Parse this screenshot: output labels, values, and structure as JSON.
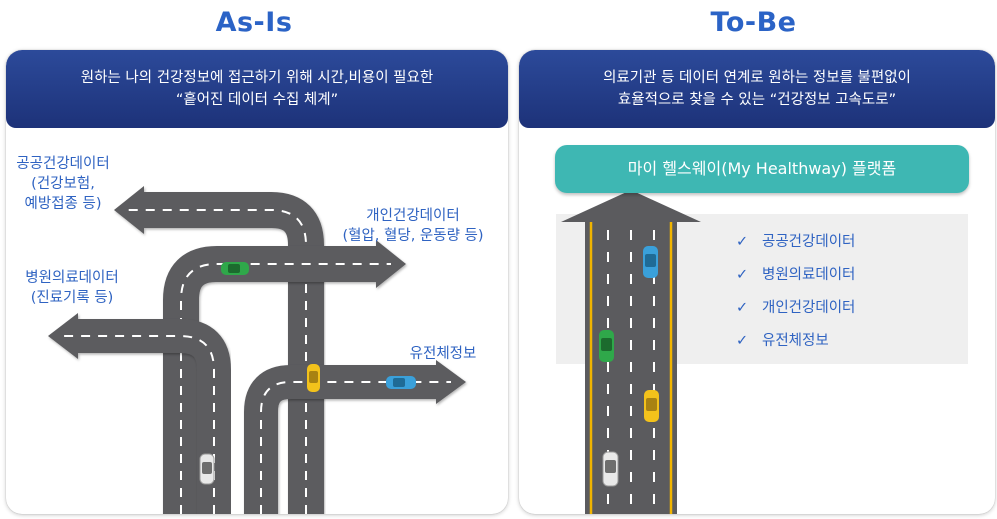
{
  "as_is": {
    "title": "As-Is",
    "banner_line1": "원하는 나의 건강정보에 접근하기 위해 시간,비용이 필요한",
    "banner_line2": "“흩어진 데이터 수집 체계”",
    "labels": {
      "public_line1": "공공건강데이터",
      "public_line2": "(건강보험,",
      "public_line3": "예방접종 등)",
      "personal_line1": "개인건강데이터",
      "personal_line2": "(혈압, 혈당, 운동량 등)",
      "hospital_line1": "병원의료데이터",
      "hospital_line2": "(진료기록 등)",
      "genetic": "유전체정보"
    }
  },
  "to_be": {
    "title": "To-Be",
    "banner_line1": "의료기관 등 데이터 연계로 원하는 정보를 불편없이",
    "banner_line2": "효율적으로 찾을 수 있는 “건강정보 고속도로”",
    "platform_label": "마이  헬스웨이(My  Healthway)  플랫폼",
    "check_symbol": "✓",
    "checklist": [
      "공공건강데이터",
      "병원의료데이터",
      "개인건강데이터",
      "유전체정보"
    ]
  },
  "colors": {
    "title_blue": "#2b63c6",
    "banner_navy": "#1d3279",
    "label_blue": "#2f63c2",
    "road_gray": "#5b5b5e",
    "platform_teal": "#3eb7b3",
    "road_edge_yellow": "#f0b400"
  },
  "cars": [
    "green-car",
    "yellow-car",
    "blue-car",
    "white-car"
  ]
}
